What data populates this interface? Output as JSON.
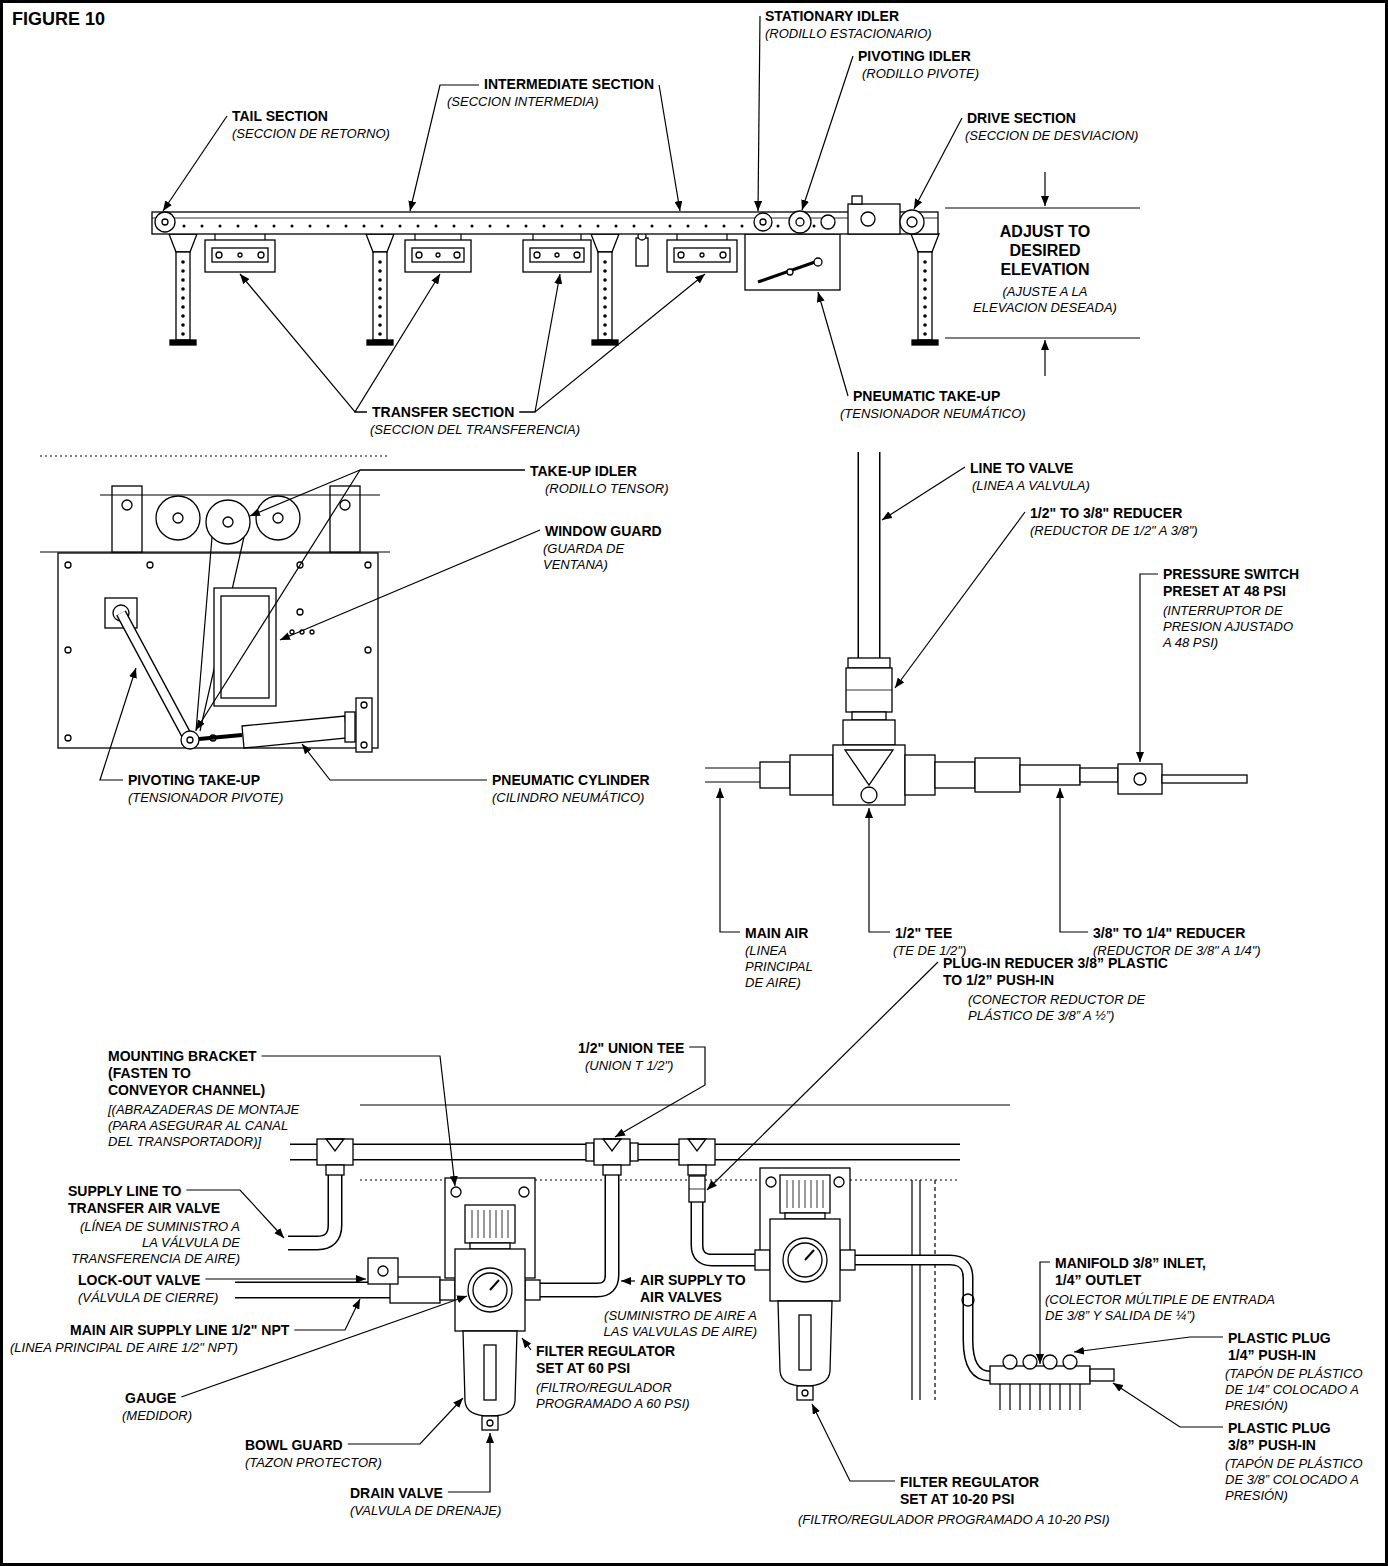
{
  "diagram": {
    "title": "FIGURE 10",
    "labels": [
      "STATIONARY IDLER",
      "(RODILLO ESTACIONARIO)",
      "PIVOTING IDLER",
      "(RODILLO PIVOTE)",
      "TAIL SECTION",
      "(SECCION DE RETORNO)",
      "INTERMEDIATE SECTION",
      "(SECCION INTERMEDIA)",
      "DRIVE SECTION",
      "(SECCION DE DESVIACION)",
      "ADJUST TO DESIRED ELEVATION",
      "(AJUSTE A LA ELEVACION DESEADA)",
      "TRANSFER SECTION",
      "(SECCION DEL TRANSFERENCIA)",
      "PNEUMATIC TAKE-UP",
      "(TENSIONADOR NEUMÁTICO)",
      "TAKE-UP IDLER",
      "(RODILLO TENSOR)",
      "WINDOW GUARD",
      "(GUARDA DE VENTANA)",
      "PIVOTING TAKE-UP",
      "(TENSIONADOR PIVOTE)",
      "PNEUMATIC CYLINDER",
      "(CILINDRO NEUMÁTICO)",
      "LINE TO VALVE",
      "(LINEA A VALVULA)",
      "1/2\" TO 3/8\" REDUCER",
      "(REDUCTOR DE 1/2\" A 3/8\")",
      "PRESSURE SWITCH PRESET AT 48 PSI",
      "(INTERRUPTOR DE PRESION AJUSTADO A 48 PSI)",
      "MAIN AIR",
      "(LINEA PRINCIPAL DE AIRE)",
      "1/2\" TEE",
      "(TE DE 1/2\")",
      "3/8\" TO 1/4\" REDUCER",
      "(REDUCTOR DE 3/8\" A 1/4\")",
      "PLUG-IN REDUCER 3/8” PLASTIC TO 1/2” PUSH-IN",
      "(CONECTOR REDUCTOR DE PLÁSTICO DE 3/8” A ½”)",
      "1/2\" UNION TEE",
      "(UNION T 1/2\")",
      "MOUNTING BRACKET (FASTEN TO CONVEYOR CHANNEL)",
      "[(ABRAZADERAS DE MONTAJE (PARA ASEGURAR AL CANAL DEL TRANSPORTADOR)]",
      "SUPPLY LINE TO TRANSFER AIR VALVE",
      "(LÍNEA DE SUMINISTRO A LA VÁLVULA DE TRANSFERENCIA DE AIRE)",
      "LOCK-OUT VALVE",
      "(VÁLVULA DE CIERRE)",
      "MAIN AIR SUPPLY LINE 1/2\" NPT",
      "(LINEA PRINCIPAL DE AIRE 1/2\" NPT)",
      "GAUGE",
      "(MEDIDOR)",
      "BOWL GUARD",
      "(TAZON PROTECTOR)",
      "DRAIN VALVE",
      "(VALVULA DE DRENAJE)",
      "AIR SUPPLY TO AIR VALVES",
      "(SUMINISTRO DE AIRE A LAS VALVULAS DE AIRE)",
      "FILTER REGULATOR SET AT 60 PSI",
      "(FILTRO/REGULADOR PROGRAMADO A 60 PSI)",
      "MANIFOLD 3/8” INLET, 1/4” OUTLET",
      "(COLECTOR MÚLTIPLE DE ENTRADA DE 3/8” Y SALIDA DE ¼”)",
      "PLASTIC PLUG 1/4” PUSH-IN",
      "(TAPÓN DE PLÁSTICO DE 1/4” COLOCADO A PRESIÓN)",
      "PLASTIC PLUG 3/8” PUSH-IN",
      "(TAPÓN DE PLÁSTICO DE 3/8” COLOCADO A PRESIÓN)",
      "FILTER REGULATOR SET AT 10-20 PSI",
      "(FILTRO/REGULADOR PROGRAMADO A 10-20 PSI)"
    ]
  }
}
